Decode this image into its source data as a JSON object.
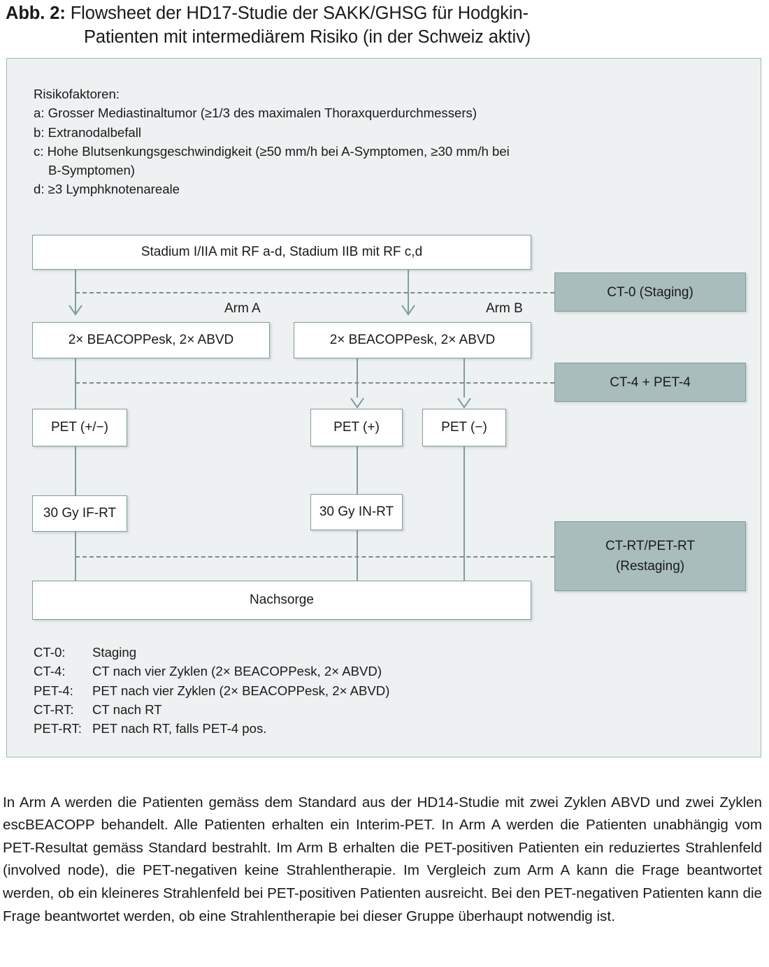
{
  "title": {
    "label": "Abb. 2:",
    "line1": " Flowsheet der HD17-Studie der SAKK/GHSG für Hodgkin-",
    "line2": "Patienten mit intermediärem Risiko (in der Schweiz aktiv)"
  },
  "risk_factors": {
    "heading": "Risikofaktoren:",
    "a": "a: Grosser Mediastinaltumor (≥1/3 des maximalen Thoraxquerdurchmessers)",
    "b": "b: Extranodalbefall",
    "c1": "c: Hohe Blutsenkungsgeschwindigkeit (≥50 mm/h bei A-Symptomen, ≥30 mm/h bei",
    "c2": "B-Symptomen)",
    "d": "d: ≥3 Lymphknotenareale"
  },
  "flow": {
    "entry": "Stadium I/IIA mit RF a-d, Stadium IIB mit RF c,d",
    "arm_a_label": "Arm A",
    "arm_b_label": "Arm B",
    "arm_a_chemo": "2× BEACOPPesk, 2× ABVD",
    "arm_b_chemo": "2× BEACOPPesk, 2× ABVD",
    "pet_a": "PET (+/−)",
    "pet_b_pos": "PET (+)",
    "pet_b_neg": "PET (−)",
    "rt_a": "30 Gy IF-RT",
    "rt_b": "30 Gy IN-RT",
    "followup": "Nachsorge",
    "stage_ct0": "CT-0 (Staging)",
    "stage_ct4": "CT-4 + PET-4",
    "stage_ctrt_l1": "CT-RT/PET-RT",
    "stage_ctrt_l2": "(Restaging)"
  },
  "legend": [
    {
      "key": "CT-0:",
      "value": "Staging"
    },
    {
      "key": "CT-4:",
      "value": "CT nach vier Zyklen (2× BEACOPPesk, 2× ABVD)"
    },
    {
      "key": "PET-4:",
      "value": "PET nach vier Zyklen (2× BEACOPPesk, 2× ABVD)"
    },
    {
      "key": "CT-RT:",
      "value": "CT nach RT"
    },
    {
      "key": "PET-RT:",
      "value": "PET nach RT, falls PET-4 pos."
    }
  ],
  "body_text": "In Arm A werden die Patienten gemäss dem Standard aus der HD14-Studie mit zwei Zyklen ABVD und zwei Zyklen escBEACOPP behandelt. Alle Patienten erhalten ein Interim-PET. In Arm A werden die Patienten unabhängig vom PET-Resultat gemäss Standard bestrahlt. Im Arm B erhalten die PET-positiven Patienten ein reduziertes Strahlenfeld (involved node), die PET-negativen keine Strahlentherapie. Im Vergleich zum Arm A kann die Frage beantwortet werden, ob ein kleineres Strahlenfeld bei PET-positiven Patienten ausreicht. Bei den PET-negativen Patienten kann die Frage beantwortet werden, ob eine Strahlentherapie bei dieser Gruppe überhaupt notwendig ist.",
  "colors": {
    "panel_bg": "#eef1f1",
    "panel_border": "#9fb8b8",
    "box_border": "#7f9d9d",
    "box_bg": "#ffffff",
    "stage_box_bg": "#a9bdbd",
    "connector": "#7f9d9d",
    "text": "#1a1a1a"
  }
}
